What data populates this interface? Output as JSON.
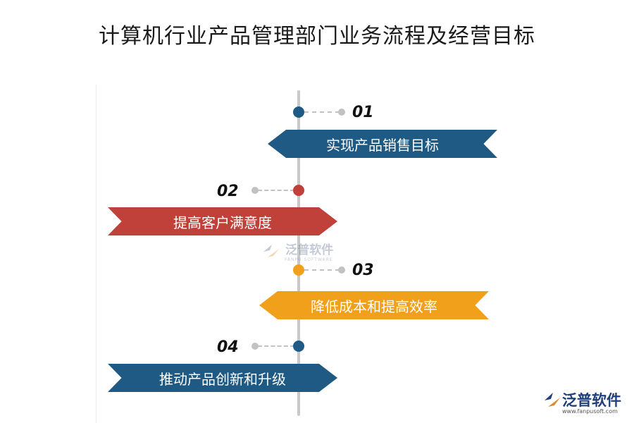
{
  "title": "计算机行业产品管理部门业务流程及经营目标",
  "colors": {
    "blue": "#1f5a84",
    "red": "#c0403a",
    "orange": "#f0a01a",
    "line": "#c9c9c9"
  },
  "steps": [
    {
      "num": "01",
      "label": "实现产品销售目标"
    },
    {
      "num": "02",
      "label": "提高客户满意度"
    },
    {
      "num": "03",
      "label": "降低成本和提高效率"
    },
    {
      "num": "04",
      "label": "推动产品创新和升级"
    }
  ],
  "watermark": {
    "main": "泛普软件",
    "sub": "FANPU SOFTWARE"
  },
  "logo": {
    "text": "泛普软件",
    "url": "www.fanpusoft.com"
  }
}
